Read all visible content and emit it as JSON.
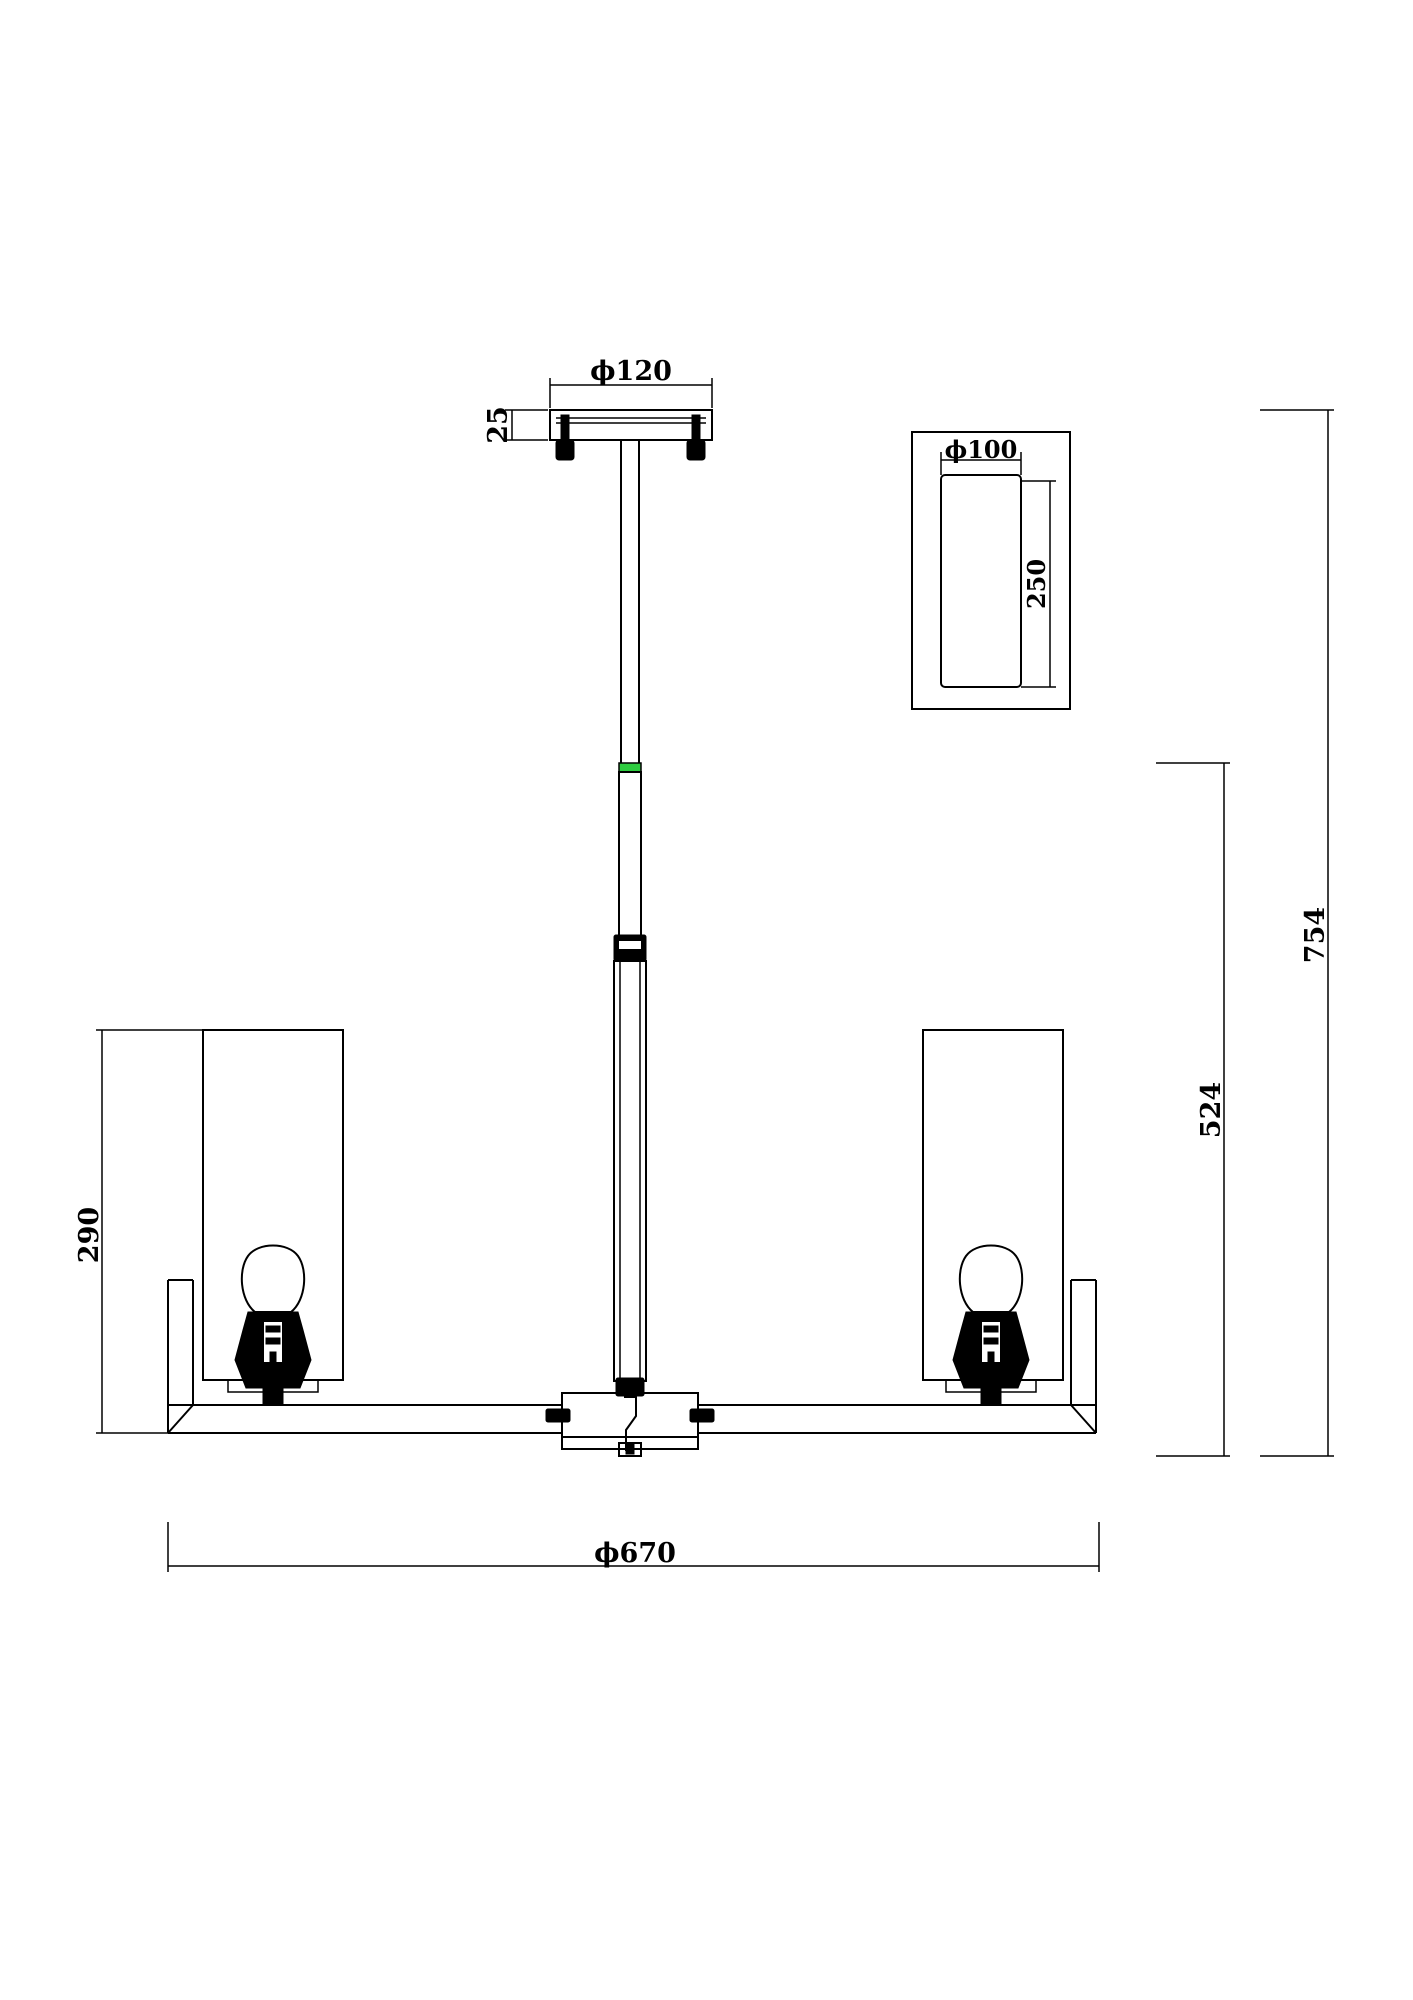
{
  "dimensions": {
    "canopy_diameter": "ϕ120",
    "canopy_height": "25",
    "shade_diameter": "ϕ100",
    "shade_height": "250",
    "overall_diameter": "ϕ670",
    "arm_height": "290",
    "fixture_height": "524",
    "overall_height": "754"
  },
  "colors": {
    "line": "#000000",
    "accent": "#2ecc40"
  }
}
